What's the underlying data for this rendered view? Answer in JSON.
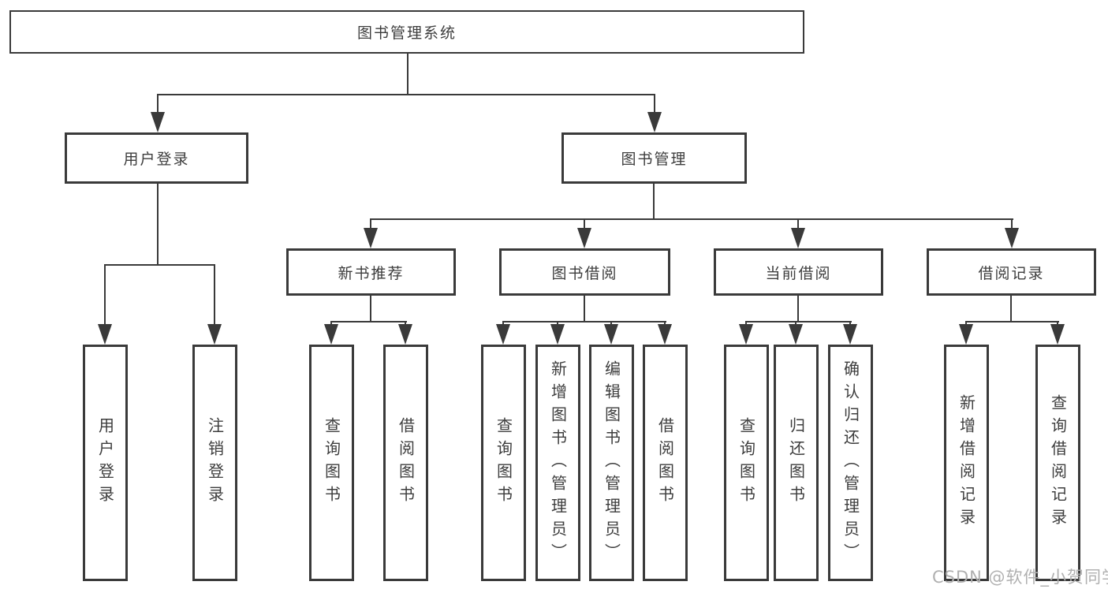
{
  "title": "图书管理系统",
  "colors": {
    "line": "#3a3a3a",
    "text": "#3d3d3d",
    "background": "#ffffff",
    "watermark": "#b0b0b0"
  },
  "watermark": {
    "text": "CSDN @软件_小贺同学"
  },
  "nodes": {
    "root": {
      "label": "图书管理系统"
    },
    "user_login": {
      "label": "用户登录"
    },
    "book_management": {
      "label": "图书管理"
    },
    "new_book_recommend": {
      "label": "新书推荐"
    },
    "book_borrowing": {
      "label": "图书借阅"
    },
    "current_borrowing": {
      "label": "当前借阅"
    },
    "borrowing_records": {
      "label": "借阅记录"
    }
  },
  "leaves": [
    {
      "label": "用户登录",
      "parent": "用户登录"
    },
    {
      "label": "注销登录",
      "parent": "用户登录"
    },
    {
      "label": "查询图书",
      "parent": "新书推荐"
    },
    {
      "label": "借阅图书",
      "parent": "新书推荐"
    },
    {
      "label": "查询图书",
      "parent": "图书借阅"
    },
    {
      "label": "新增图书（管理员）",
      "parent": "图书借阅"
    },
    {
      "label": "编辑图书（管理员）",
      "parent": "图书借阅"
    },
    {
      "label": "借阅图书",
      "parent": "图书借阅"
    },
    {
      "label": "查询图书",
      "parent": "当前借阅"
    },
    {
      "label": "归还图书",
      "parent": "当前借阅"
    },
    {
      "label": "确认归还（管理员）",
      "parent": "当前借阅"
    },
    {
      "label": "新增借阅记录",
      "parent": "借阅记录"
    },
    {
      "label": "查询借阅记录",
      "parent": "借阅记录"
    }
  ],
  "tree": {
    "label": "图书管理系统",
    "children": [
      {
        "label": "用户登录",
        "children": [
          {
            "label": "用户登录"
          },
          {
            "label": "注销登录"
          }
        ]
      },
      {
        "label": "图书管理",
        "children": [
          {
            "label": "新书推荐",
            "children": [
              {
                "label": "查询图书"
              },
              {
                "label": "借阅图书"
              }
            ]
          },
          {
            "label": "图书借阅",
            "children": [
              {
                "label": "查询图书"
              },
              {
                "label": "新增图书（管理员）"
              },
              {
                "label": "编辑图书（管理员）"
              },
              {
                "label": "借阅图书"
              }
            ]
          },
          {
            "label": "当前借阅",
            "children": [
              {
                "label": "查询图书"
              },
              {
                "label": "归还图书"
              },
              {
                "label": "确认归还（管理员）"
              }
            ]
          },
          {
            "label": "借阅记录",
            "children": [
              {
                "label": "新增借阅记录"
              },
              {
                "label": "查询借阅记录"
              }
            ]
          }
        ]
      }
    ]
  }
}
